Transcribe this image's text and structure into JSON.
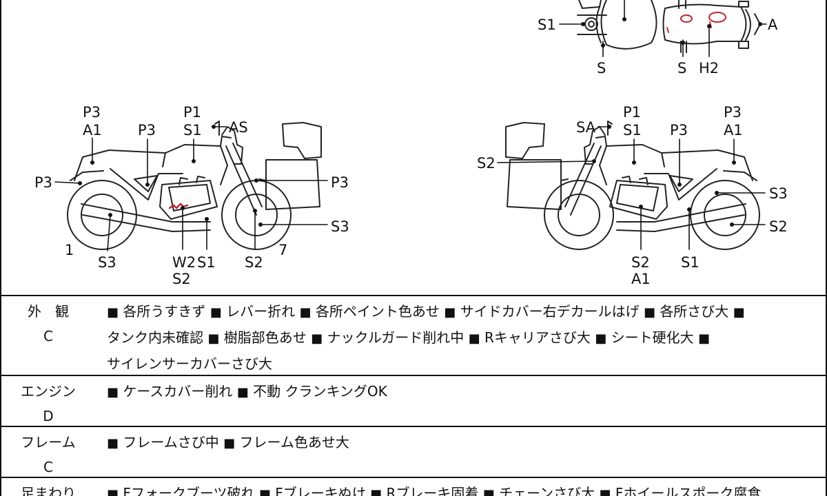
{
  "diagram": {
    "top_view": {
      "labels": [
        "S1",
        "A",
        "S",
        "S",
        "H2"
      ]
    },
    "left_view": {
      "labels": [
        "P3",
        "A1",
        "P3",
        "P1",
        "S1",
        "AS",
        "P3",
        "P3",
        "S3",
        "1",
        "S3",
        "W2",
        "S2",
        "S1",
        "S2",
        "7"
      ]
    },
    "right_view": {
      "labels": [
        "SA",
        "P1",
        "S1",
        "P3",
        "P3",
        "A1",
        "S2",
        "S3",
        "S2",
        "S2",
        "A1",
        "S1"
      ]
    }
  },
  "inspection": {
    "bullet": "■",
    "rows": [
      {
        "category": "外　観",
        "grade": "C",
        "items": [
          "各所うすきず",
          "レバー折れ",
          "各所ペイント色あせ",
          "サイドカバー右デカールはげ",
          "各所さび大",
          "タンク内未確認",
          "樹脂部色あせ",
          "ナックルガード削れ中",
          "Rキャリアさび大",
          "シート硬化大",
          "サイレンサーカバーさび大"
        ]
      },
      {
        "category": "エンジン",
        "grade": "D",
        "items": [
          "ケースカバー削れ",
          "不動 クランキングOK"
        ]
      },
      {
        "category": "フレーム",
        "grade": "C",
        "items": [
          "フレームさび中",
          "フレーム色あせ大"
        ]
      },
      {
        "category": "足まわり",
        "grade": "",
        "items": [
          "Fフォークブーツ破れ",
          "Fブレーキぬけ",
          "Rブレーキ固着",
          "チェーンさび大",
          "Fホイールスポーク腐食"
        ]
      }
    ]
  }
}
